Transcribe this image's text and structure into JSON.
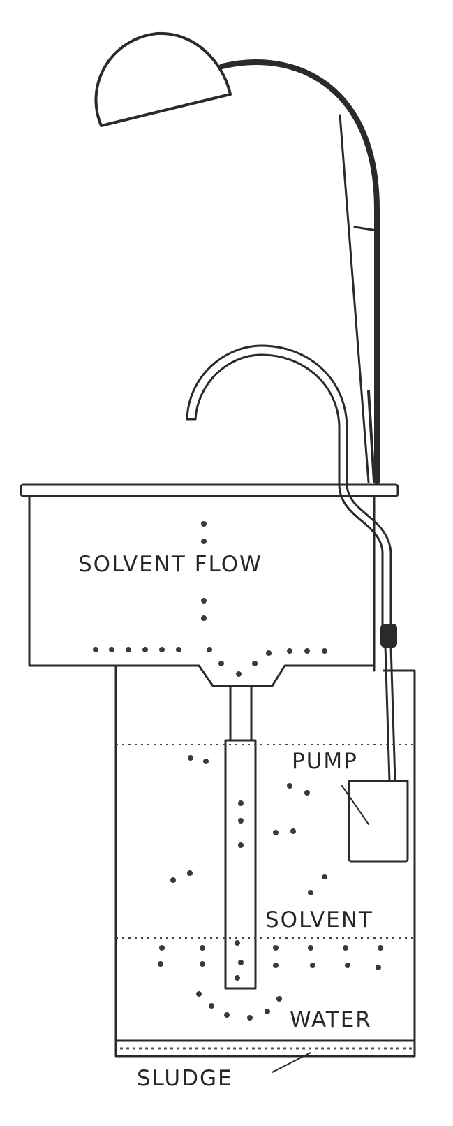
{
  "labels": {
    "solvent_flow": "SOLVENT FLOW",
    "pump": "PUMP",
    "solvent": "SOLVENT",
    "water": "WATER",
    "sludge": "SLUDGE"
  },
  "colors": {
    "ink": "#2a2a2a",
    "paper": "#ffffff"
  }
}
